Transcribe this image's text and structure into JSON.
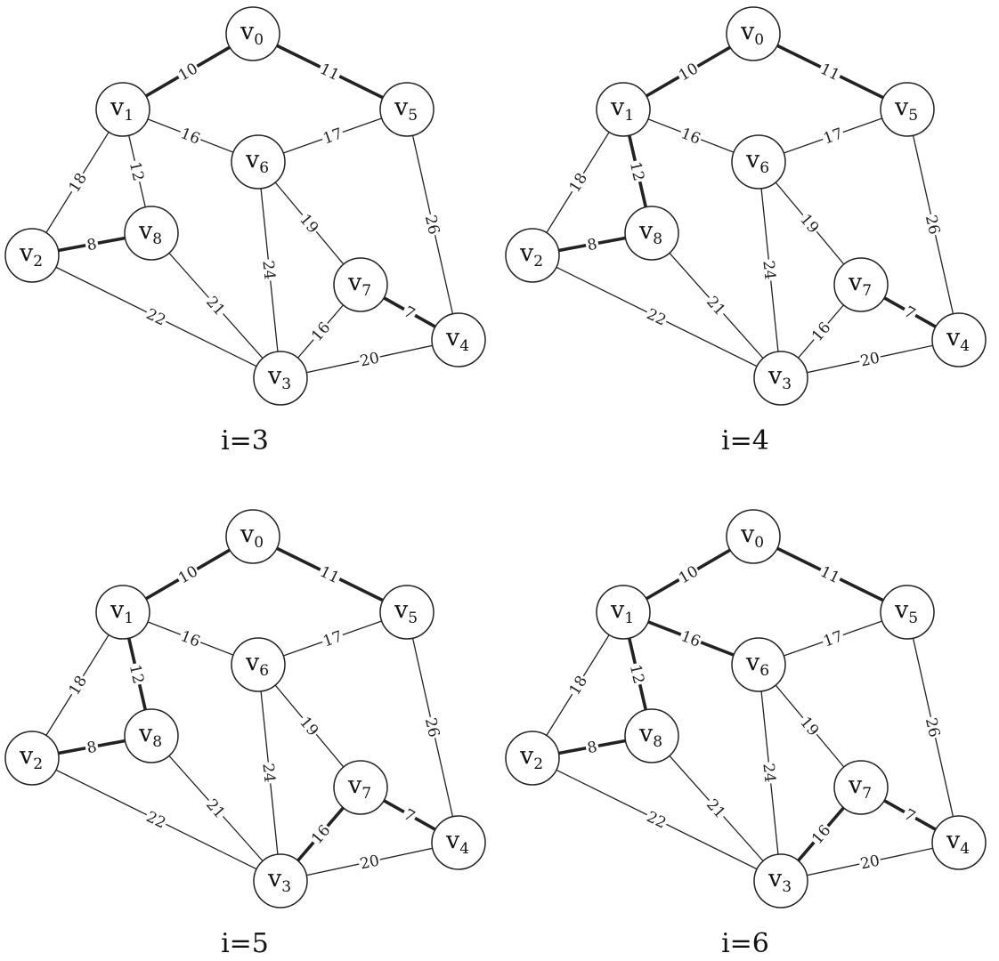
{
  "nodes": [
    {
      "id": "v0",
      "letter": "v",
      "index": "0"
    },
    {
      "id": "v1",
      "letter": "v",
      "index": "1"
    },
    {
      "id": "v2",
      "letter": "v",
      "index": "2"
    },
    {
      "id": "v3",
      "letter": "v",
      "index": "3"
    },
    {
      "id": "v4",
      "letter": "v",
      "index": "4"
    },
    {
      "id": "v5",
      "letter": "v",
      "index": "5"
    },
    {
      "id": "v6",
      "letter": "v",
      "index": "6"
    },
    {
      "id": "v7",
      "letter": "v",
      "index": "7"
    },
    {
      "id": "v8",
      "letter": "v",
      "index": "8"
    }
  ],
  "edges": [
    {
      "from": "v0",
      "to": "v1",
      "weight": "10"
    },
    {
      "from": "v0",
      "to": "v5",
      "weight": "11"
    },
    {
      "from": "v1",
      "to": "v6",
      "weight": "16"
    },
    {
      "from": "v1",
      "to": "v2",
      "weight": "18"
    },
    {
      "from": "v1",
      "to": "v8",
      "weight": "12"
    },
    {
      "from": "v5",
      "to": "v6",
      "weight": "17"
    },
    {
      "from": "v5",
      "to": "v4",
      "weight": "26"
    },
    {
      "from": "v2",
      "to": "v8",
      "weight": "8"
    },
    {
      "from": "v2",
      "to": "v3",
      "weight": "22"
    },
    {
      "from": "v8",
      "to": "v3",
      "weight": "21"
    },
    {
      "from": "v6",
      "to": "v3",
      "weight": "24"
    },
    {
      "from": "v6",
      "to": "v7",
      "weight": "19"
    },
    {
      "from": "v7",
      "to": "v4",
      "weight": "7"
    },
    {
      "from": "v7",
      "to": "v3",
      "weight": "16"
    },
    {
      "from": "v3",
      "to": "v4",
      "weight": "20"
    }
  ],
  "panels": [
    {
      "caption": "i=3",
      "bold_edges": [
        "v0-v1",
        "v0-v5",
        "v2-v8",
        "v7-v4"
      ]
    },
    {
      "caption": "i=4",
      "bold_edges": [
        "v0-v1",
        "v0-v5",
        "v2-v8",
        "v7-v4",
        "v1-v8"
      ]
    },
    {
      "caption": "i=5",
      "bold_edges": [
        "v0-v1",
        "v0-v5",
        "v2-v8",
        "v7-v4",
        "v1-v8",
        "v7-v3"
      ]
    },
    {
      "caption": "i=6",
      "bold_edges": [
        "v0-v1",
        "v0-v5",
        "v2-v8",
        "v7-v4",
        "v1-v8",
        "v7-v3",
        "v1-v6"
      ]
    }
  ]
}
